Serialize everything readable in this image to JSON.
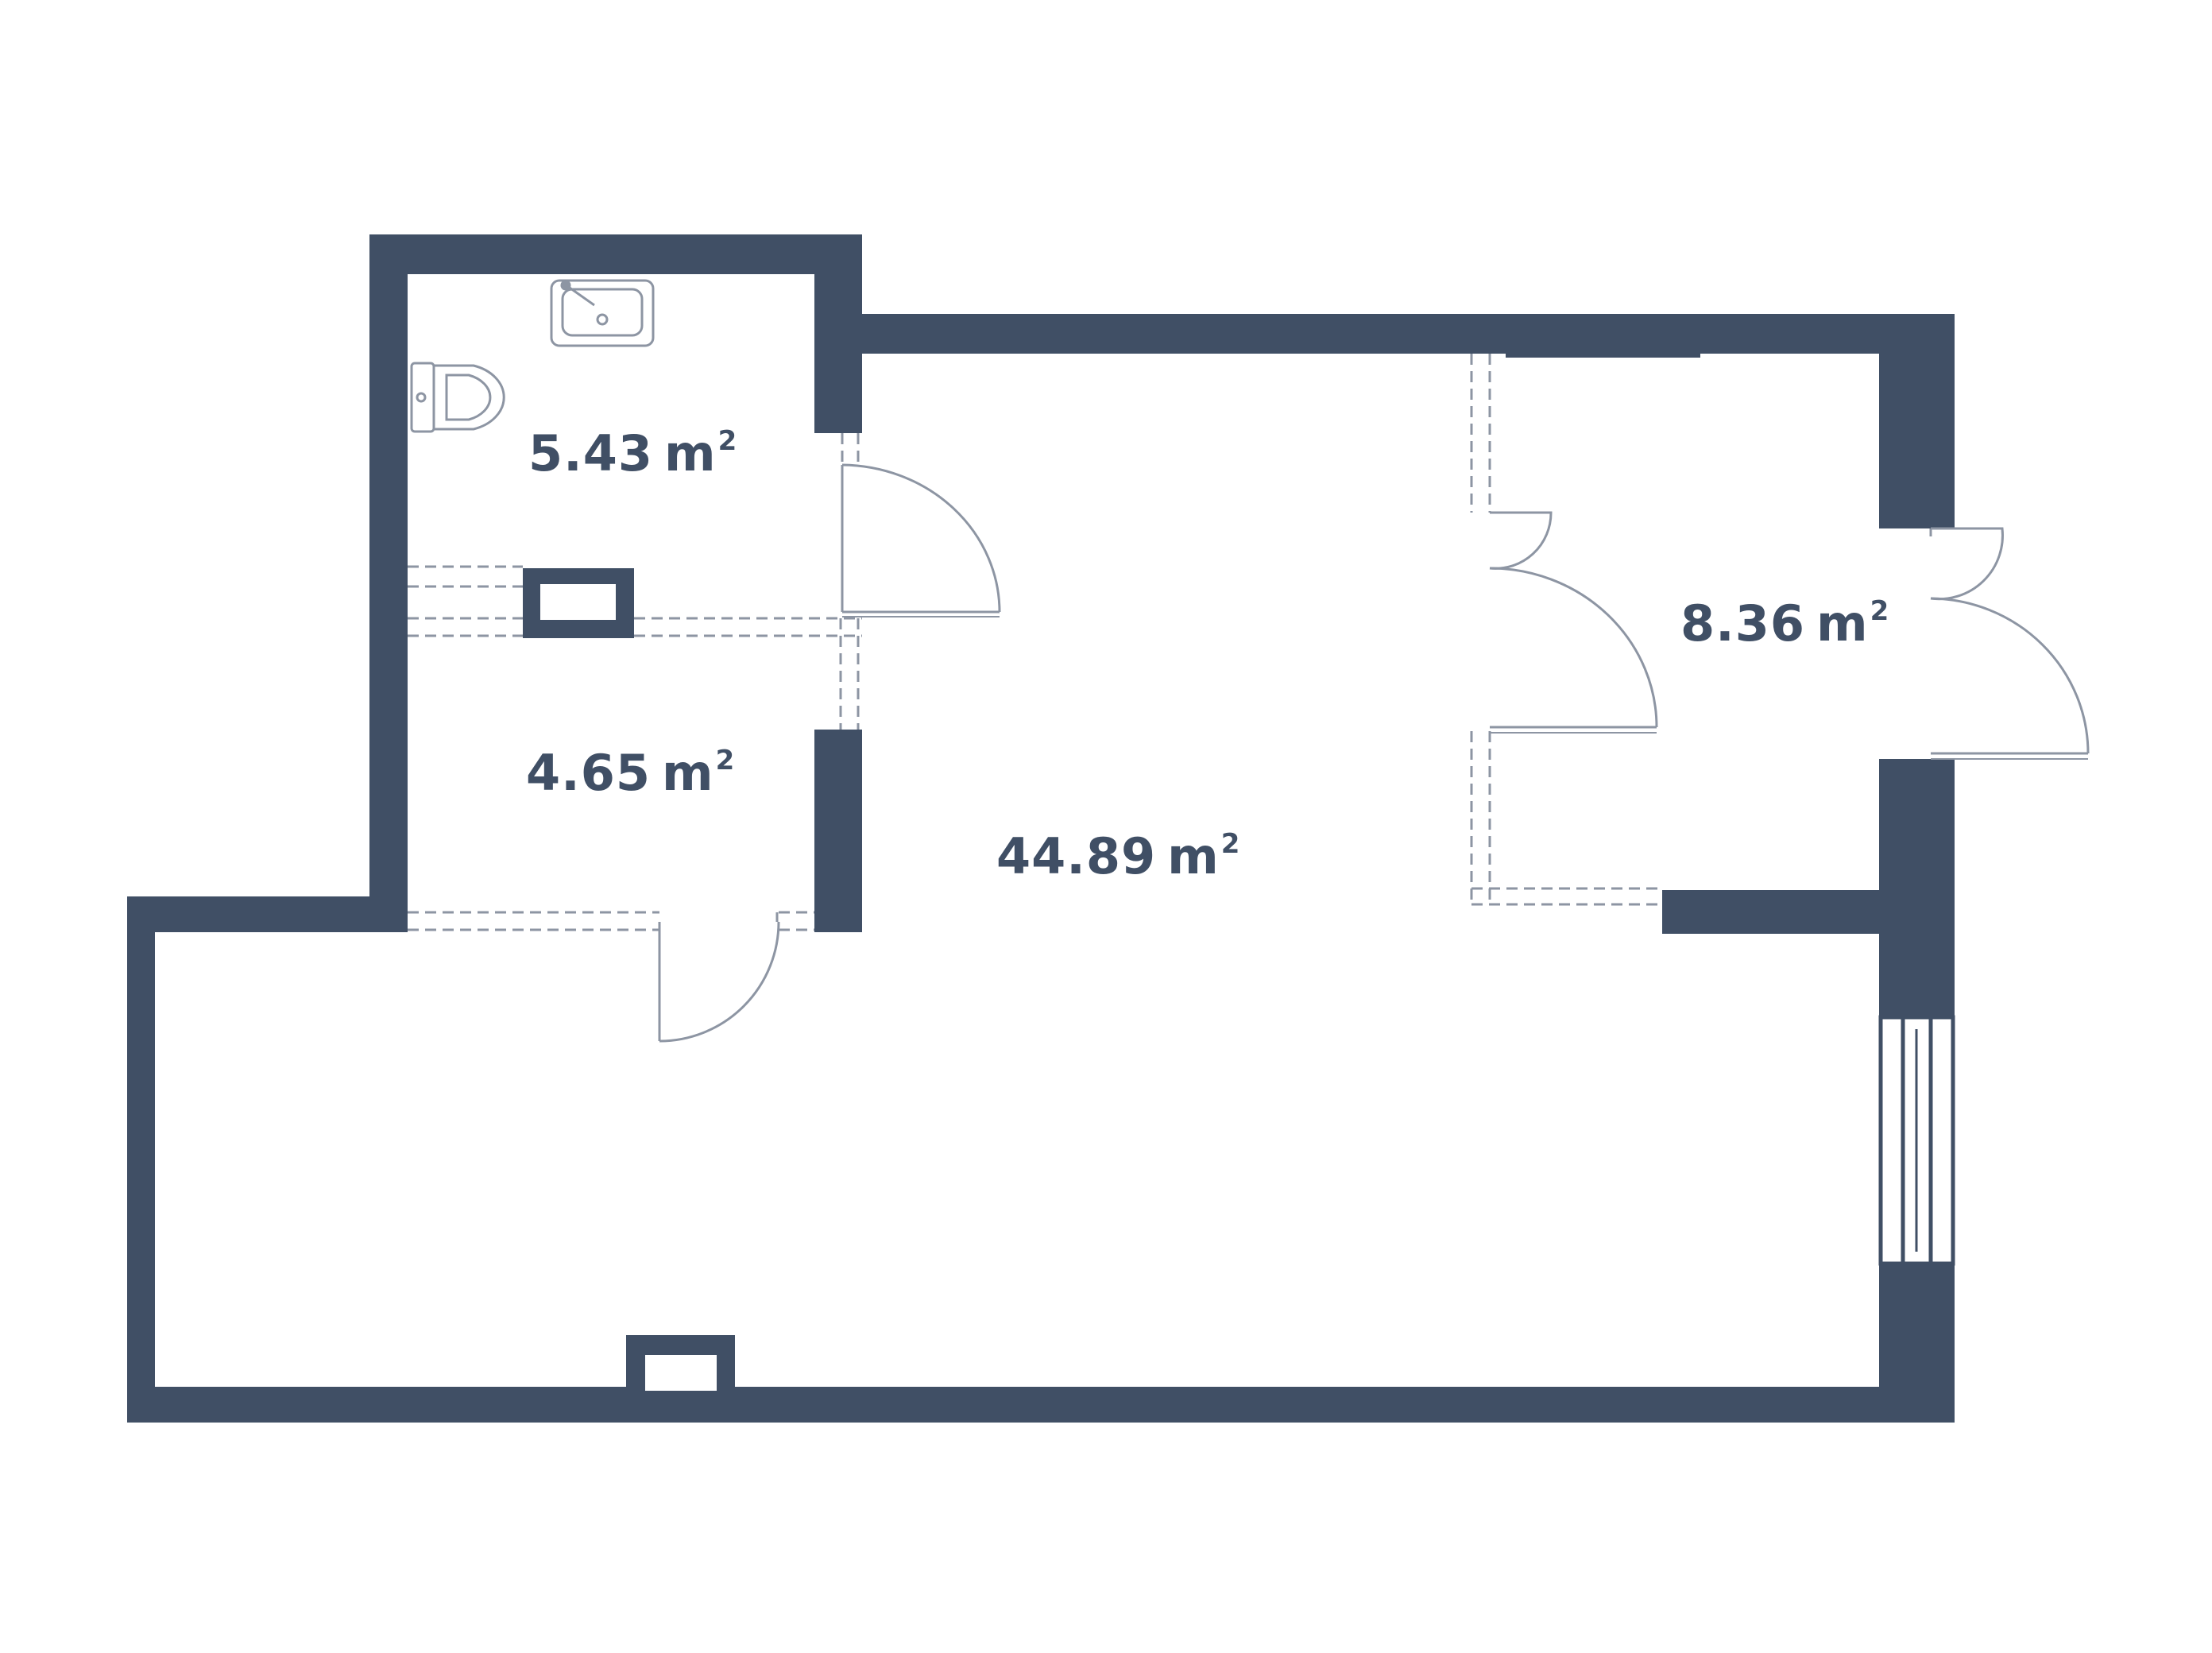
{
  "colors": {
    "wall": "#404f65",
    "fixture": "#8d95a3",
    "background": "#ffffff"
  },
  "rooms": [
    {
      "id": "bathroom",
      "area": "5.43",
      "unit": "m",
      "power": "2"
    },
    {
      "id": "hallway",
      "area": "4.65",
      "unit": "m",
      "power": "2"
    },
    {
      "id": "living",
      "area": "44.89",
      "unit": "m",
      "power": "2"
    },
    {
      "id": "wardrobe",
      "area": "8.36",
      "unit": "m",
      "power": "2"
    }
  ],
  "icons": [
    "sink-icon",
    "toilet-icon",
    "door-swing-icon",
    "window-icon"
  ]
}
